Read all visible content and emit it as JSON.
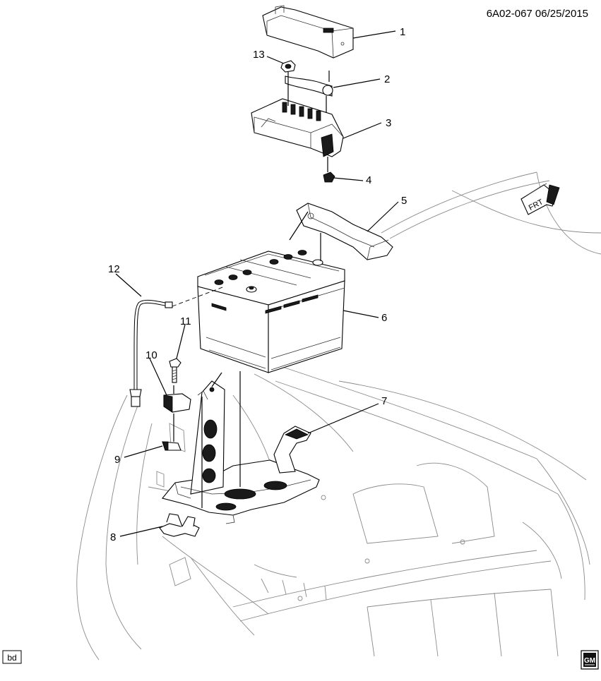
{
  "reference": "6A02-067  06/25/2015",
  "callouts": [
    "1",
    "2",
    "3",
    "4",
    "5",
    "6",
    "7",
    "8",
    "9",
    "10",
    "11",
    "12",
    "13"
  ],
  "direction_label": "FRT",
  "code_box": "bd",
  "logo": {
    "text": "GM",
    "icon": "gm-logo-icon"
  }
}
